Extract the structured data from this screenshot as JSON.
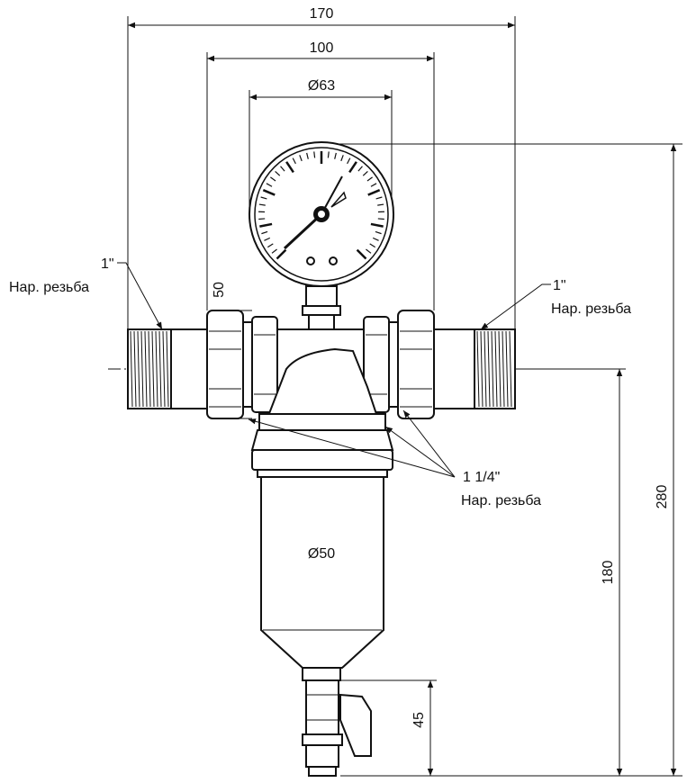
{
  "dimensions": {
    "overall_width": "170",
    "gauge_span": "100",
    "gauge_diameter": "Ø63",
    "bowl_diameter": "Ø50",
    "port_height": "50",
    "total_height": "280",
    "axis_to_bottom": "180",
    "drain_length": "45"
  },
  "labels": {
    "left_thread_size": "1\"",
    "left_thread_type": "Нар. резьба",
    "right_thread_size": "1\"",
    "right_thread_type": "Нар. резьба",
    "union_thread_size": "1 1/4\"",
    "union_thread_type": "Нар. резьба"
  }
}
